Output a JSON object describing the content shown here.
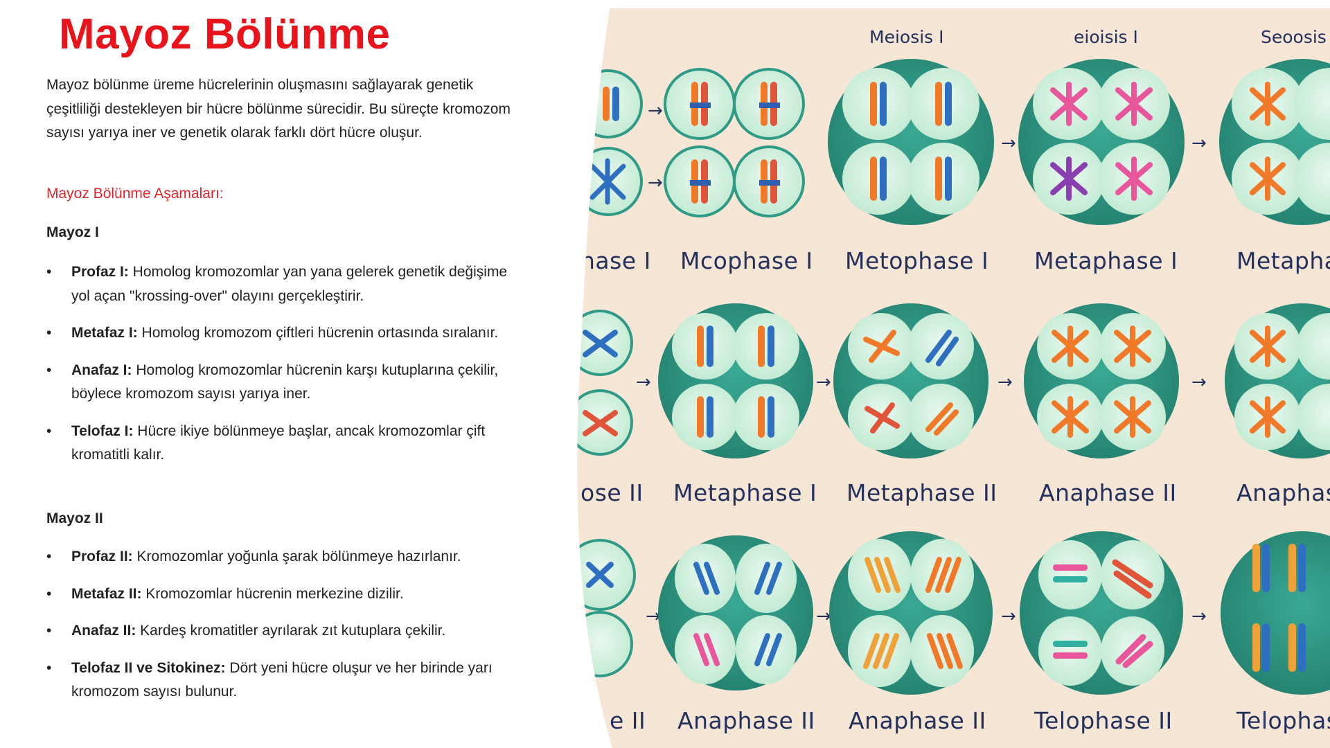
{
  "title": "Mayoz Bölünme",
  "intro": "Mayoz bölünme üreme hücrelerinin oluşmasını sağlayarak genetik çeşitliliği destekleyen bir hücre bölünme sürecidir. Bu süreçte kromozom sayısı yarıya iner ve genetik olarak farklı dört hücre oluşur.",
  "section_heading": "Mayoz Bölünme Aşamaları:",
  "mayoz1": {
    "heading": "Mayoz I",
    "items": [
      {
        "term": "Profaz I:",
        "text": " Homolog kromozomlar yan yana gelerek genetik değişime yol açan \"krossing-over\" olayını gerçekleştirir."
      },
      {
        "term": "Metafaz I:",
        "text": " Homolog kromozom çiftleri hücrenin ortasında sıralanır."
      },
      {
        "term": "Anafaz I:",
        "text": " Homolog kromozomlar hücrenin karşı kutuplarına çekilir, böylece kromozom sayısı yarıya iner."
      },
      {
        "term": "Telofaz I:",
        "text": " Hücre ikiye bölünmeye başlar, ancak kromozomlar çift kromatitli  kalır."
      }
    ]
  },
  "mayoz2": {
    "heading": "Mayoz II",
    "items": [
      {
        "term": "Profaz II:",
        "text": " Kromozomlar yoğunla şarak bölünmeye hazırlanır."
      },
      {
        "term": "Metafaz II:",
        "text": " Kromozomlar hücrenin merkezine dizilir."
      },
      {
        "term": "Anafaz II:",
        "text": " Kardeş kromatitler ayrılarak zıt kutuplara çekilir."
      },
      {
        "term": "Telofaz II ve Sitokinez:",
        "text": " Dört yeni hücre oluşur ve her birinde yarı kromozom sayısı bulunur."
      }
    ]
  },
  "illustration": {
    "top_labels": [
      "Meiosis I",
      "eioisis I",
      "Seoosis"
    ],
    "row1_labels": [
      "hase I",
      "Mcophase I",
      "Metophase I",
      "Metaphase I",
      "Metapha"
    ],
    "row2_labels": [
      "ose II",
      "Metaphase I",
      "Metaphase II",
      "Anaphase II",
      "Anaphas"
    ],
    "row3_labels": [
      "e II",
      "Anaphase II",
      "Anaphase II",
      "Telophase II",
      "Telophas"
    ],
    "arrow_glyph": "→",
    "colors": {
      "background": "#f6e6d6",
      "teal": "#2f9a85",
      "cell": "#d7f1e0",
      "red": "#e8141b"
    }
  }
}
